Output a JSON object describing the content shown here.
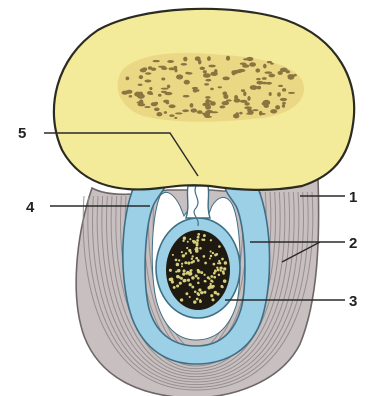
{
  "colors": {
    "bone": "#f4eb9a",
    "bone_outline": "#2b2b22",
    "spongy_fill": "#e8d17e",
    "spongy_dots": "#8a7440",
    "fibrous_sheath": "#c8c0c0",
    "fiber_lines": "#8f8687",
    "synovial_layer": "#9cd0e6",
    "synovial_outline": "#3e6f86",
    "cavity": "#ffffff",
    "tendon": "#1e1a12",
    "tendon_dots": "#d8cf7a"
  },
  "labels": [
    {
      "id": "label-1",
      "text": "1"
    },
    {
      "id": "label-2",
      "text": "2"
    },
    {
      "id": "label-3",
      "text": "3"
    },
    {
      "id": "label-4",
      "text": "4"
    },
    {
      "id": "label-5",
      "text": "5"
    }
  ]
}
